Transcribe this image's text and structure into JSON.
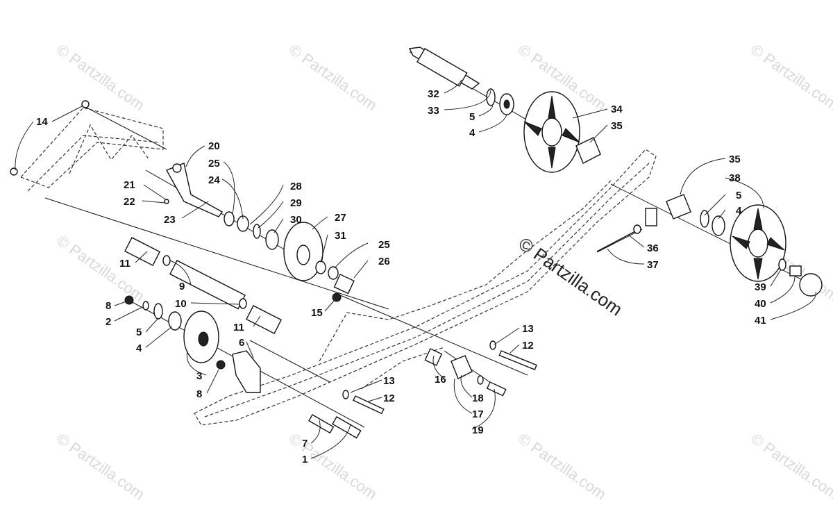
{
  "watermark": {
    "text": "© Partzilla.com",
    "center_text": "© Partzilla.com"
  },
  "callouts": {
    "c1": "1",
    "c2": "2",
    "c3": "3",
    "c4a": "4",
    "c4b": "4",
    "c4c": "4",
    "c5a": "5",
    "c5b": "5",
    "c5c": "5",
    "c6": "6",
    "c7": "7",
    "c8a": "8",
    "c8b": "8",
    "c9": "9",
    "c10": "10",
    "c11a": "11",
    "c11b": "11",
    "c12a": "12",
    "c12b": "12",
    "c13a": "13",
    "c13b": "13",
    "c14": "14",
    "c15": "15",
    "c16": "16",
    "c17": "17",
    "c18": "18",
    "c19": "19",
    "c20": "20",
    "c21": "21",
    "c22": "22",
    "c23": "23",
    "c24": "24",
    "c25a": "25",
    "c25b": "25",
    "c26": "26",
    "c27": "27",
    "c28": "28",
    "c29": "29",
    "c30": "30",
    "c31": "31",
    "c32": "32",
    "c33": "33",
    "c34": "34",
    "c35a": "35",
    "c35b": "35",
    "c36": "36",
    "c37": "37",
    "c38": "38",
    "c39": "39",
    "c40": "40",
    "c41": "41"
  }
}
